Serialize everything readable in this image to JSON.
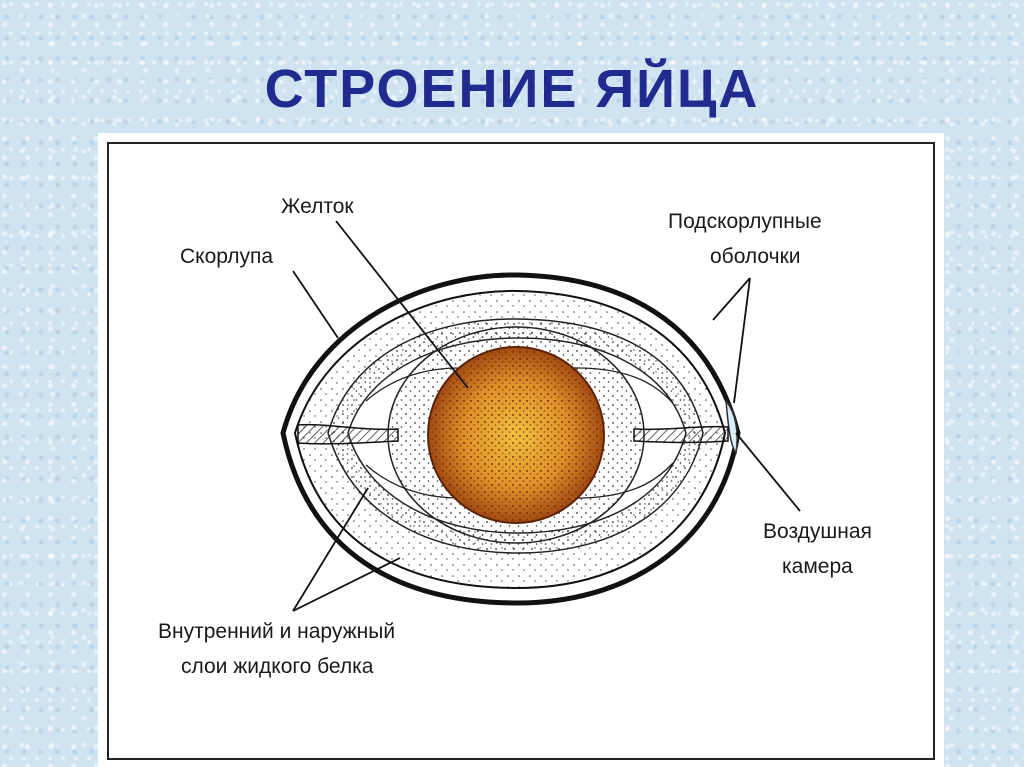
{
  "title": "СТРОЕНИЕ ЯЙЦА",
  "labels": {
    "yolk": "Желток",
    "shell": "Скорлупа",
    "membranes_line1": "Подскорлупные",
    "membranes_line2": "оболочки",
    "air_cell_line1": "Воздушная",
    "air_cell_line2": "камера",
    "albumen_line1": "Внутренний и наружный",
    "albumen_line2": "слои жидкого белка"
  },
  "colors": {
    "title": "#1f2b8f",
    "background": "#cfe3f1",
    "yolk_center": "#f0c040",
    "yolk_edge": "#a14a12",
    "air_cell": "#d8eef8"
  }
}
